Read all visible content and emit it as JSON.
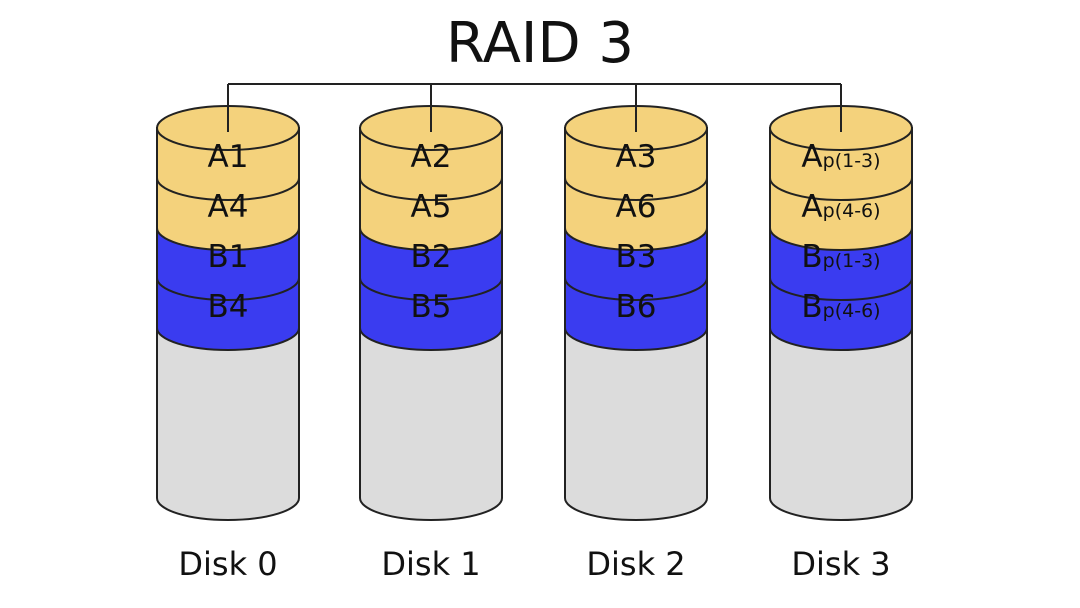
{
  "title": "RAID 3",
  "colors": {
    "a_block": "#f4d27c",
    "b_block": "#3a3cf0",
    "empty": "#dcdcdc",
    "outline": "#222222",
    "background": "#ffffff"
  },
  "disks": [
    {
      "label": "Disk 0",
      "blocks": [
        {
          "group": "A",
          "main": "A1",
          "sub": ""
        },
        {
          "group": "A",
          "main": "A4",
          "sub": ""
        },
        {
          "group": "B",
          "main": "B1",
          "sub": ""
        },
        {
          "group": "B",
          "main": "B4",
          "sub": ""
        }
      ]
    },
    {
      "label": "Disk 1",
      "blocks": [
        {
          "group": "A",
          "main": "A2",
          "sub": ""
        },
        {
          "group": "A",
          "main": "A5",
          "sub": ""
        },
        {
          "group": "B",
          "main": "B2",
          "sub": ""
        },
        {
          "group": "B",
          "main": "B5",
          "sub": ""
        }
      ]
    },
    {
      "label": "Disk 2",
      "blocks": [
        {
          "group": "A",
          "main": "A3",
          "sub": ""
        },
        {
          "group": "A",
          "main": "A6",
          "sub": ""
        },
        {
          "group": "B",
          "main": "B3",
          "sub": ""
        },
        {
          "group": "B",
          "main": "B6",
          "sub": ""
        }
      ]
    },
    {
      "label": "Disk 3",
      "blocks": [
        {
          "group": "A",
          "main": "A",
          "sub": "p(1-3)"
        },
        {
          "group": "A",
          "main": "A",
          "sub": "p(4-6)"
        },
        {
          "group": "B",
          "main": "B",
          "sub": "p(1-3)"
        },
        {
          "group": "B",
          "main": "B",
          "sub": "p(4-6)"
        }
      ]
    }
  ]
}
